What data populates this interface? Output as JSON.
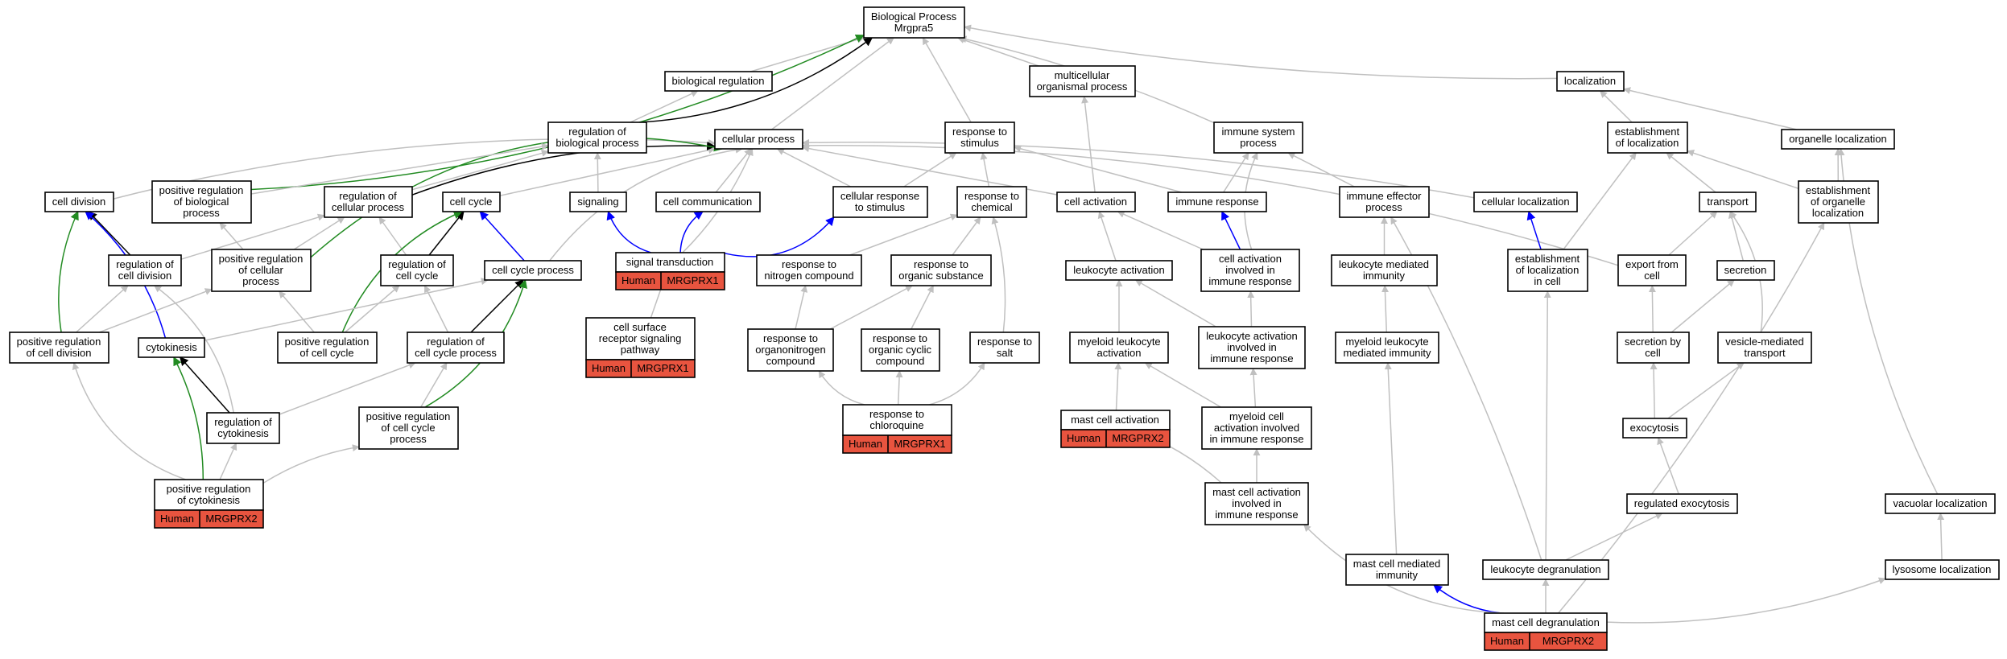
{
  "colors": {
    "gray_edge": "#c0c0c0",
    "black_edge": "#000000",
    "blue_edge": "#0000ff",
    "green_edge": "#228b22",
    "annotation_fill": "#e8543f"
  },
  "nodes": [
    {
      "id": "bp",
      "lines": [
        "Biological Process",
        "Mrgpra5"
      ]
    },
    {
      "id": "bioreg",
      "lines": [
        "biological regulation"
      ]
    },
    {
      "id": "multi",
      "lines": [
        "multicellular",
        "organismal process"
      ]
    },
    {
      "id": "local",
      "lines": [
        "localization"
      ]
    },
    {
      "id": "regbio",
      "lines": [
        "regulation of",
        "biological process"
      ]
    },
    {
      "id": "cellproc",
      "lines": [
        "cellular process"
      ]
    },
    {
      "id": "respstim",
      "lines": [
        "response to",
        "stimulus"
      ]
    },
    {
      "id": "immsys",
      "lines": [
        "immune system",
        "process"
      ]
    },
    {
      "id": "estloc",
      "lines": [
        "establishment",
        "of localization"
      ]
    },
    {
      "id": "orgloc",
      "lines": [
        "organelle localization"
      ]
    },
    {
      "id": "celldiv",
      "lines": [
        "cell division"
      ]
    },
    {
      "id": "posregbio",
      "lines": [
        "positive regulation",
        "of biological",
        "process"
      ]
    },
    {
      "id": "regcellproc",
      "lines": [
        "regulation of",
        "cellular process"
      ]
    },
    {
      "id": "cellcycle",
      "lines": [
        "cell cycle"
      ]
    },
    {
      "id": "signaling",
      "lines": [
        "signaling"
      ]
    },
    {
      "id": "cellcomm",
      "lines": [
        "cell communication"
      ]
    },
    {
      "id": "cellresp",
      "lines": [
        "cellular response",
        "to stimulus"
      ]
    },
    {
      "id": "respchem",
      "lines": [
        "response to",
        "chemical"
      ]
    },
    {
      "id": "cellact",
      "lines": [
        "cell activation"
      ]
    },
    {
      "id": "immresp",
      "lines": [
        "immune response"
      ]
    },
    {
      "id": "immeff",
      "lines": [
        "immune effector",
        "process"
      ]
    },
    {
      "id": "cellloc",
      "lines": [
        "cellular localization"
      ]
    },
    {
      "id": "transport",
      "lines": [
        "transport"
      ]
    },
    {
      "id": "estorg",
      "lines": [
        "establishment",
        "of organelle",
        "localization"
      ]
    },
    {
      "id": "regcelldiv",
      "lines": [
        "regulation of",
        "cell division"
      ]
    },
    {
      "id": "posregcell",
      "lines": [
        "positive regulation",
        "of cellular",
        "process"
      ]
    },
    {
      "id": "regcc",
      "lines": [
        "regulation of",
        "cell cycle"
      ]
    },
    {
      "id": "ccproc",
      "lines": [
        "cell cycle process"
      ]
    },
    {
      "id": "sigtrans",
      "lines": [
        "signal transduction"
      ],
      "annot": [
        "Human",
        "MRGPRX1"
      ]
    },
    {
      "id": "respnitro",
      "lines": [
        "response to",
        "nitrogen compound"
      ]
    },
    {
      "id": "resporg",
      "lines": [
        "response to",
        "organic substance"
      ]
    },
    {
      "id": "leukact",
      "lines": [
        "leukocyte activation"
      ]
    },
    {
      "id": "cellactimm",
      "lines": [
        "cell activation",
        "involved in",
        "immune response"
      ]
    },
    {
      "id": "leukmed",
      "lines": [
        "leukocyte mediated",
        "immunity"
      ]
    },
    {
      "id": "estloccell",
      "lines": [
        "establishment",
        "of localization",
        "in cell"
      ]
    },
    {
      "id": "export",
      "lines": [
        "export from",
        "cell"
      ]
    },
    {
      "id": "secretion",
      "lines": [
        "secretion"
      ]
    },
    {
      "id": "posregcelldiv",
      "lines": [
        "positive regulation",
        "of cell division"
      ]
    },
    {
      "id": "cytokinesis",
      "lines": [
        "cytokinesis"
      ]
    },
    {
      "id": "posregcc",
      "lines": [
        "positive regulation",
        "of cell cycle"
      ]
    },
    {
      "id": "regccproc",
      "lines": [
        "regulation of",
        "cell cycle process"
      ]
    },
    {
      "id": "csrsp",
      "lines": [
        "cell surface",
        "receptor signaling",
        "pathway"
      ],
      "annot": [
        "Human",
        "MRGPRX1"
      ]
    },
    {
      "id": "resporgnitro",
      "lines": [
        "response to",
        "organonitrogen",
        "compound"
      ]
    },
    {
      "id": "resporgcyc",
      "lines": [
        "response to",
        "organic cyclic",
        "compound"
      ]
    },
    {
      "id": "respsalt",
      "lines": [
        "response to",
        "salt"
      ]
    },
    {
      "id": "myeleuk",
      "lines": [
        "myeloid leukocyte",
        "activation"
      ]
    },
    {
      "id": "leukactimm",
      "lines": [
        "leukocyte activation",
        "involved in",
        "immune response"
      ]
    },
    {
      "id": "myelmed",
      "lines": [
        "myeloid leukocyte",
        "mediated immunity"
      ]
    },
    {
      "id": "secbycell",
      "lines": [
        "secretion by",
        "cell"
      ]
    },
    {
      "id": "vesic",
      "lines": [
        "vesicle-mediated",
        "transport"
      ]
    },
    {
      "id": "regcyto",
      "lines": [
        "regulation of",
        "cytokinesis"
      ]
    },
    {
      "id": "posregccproc",
      "lines": [
        "positive regulation",
        "of cell cycle",
        "process"
      ]
    },
    {
      "id": "respchloro",
      "lines": [
        "response to",
        "chloroquine"
      ],
      "annot": [
        "Human",
        "MRGPRX1"
      ]
    },
    {
      "id": "mastact",
      "lines": [
        "mast cell activation"
      ],
      "annot": [
        "Human",
        "MRGPRX2"
      ]
    },
    {
      "id": "myelcellact",
      "lines": [
        "myeloid cell",
        "activation involved",
        "in immune response"
      ]
    },
    {
      "id": "exocytosis",
      "lines": [
        "exocytosis"
      ]
    },
    {
      "id": "posregcyto",
      "lines": [
        "positive regulation",
        "of cytokinesis"
      ],
      "annot": [
        "Human",
        "MRGPRX2"
      ]
    },
    {
      "id": "mastactimm",
      "lines": [
        "mast cell activation",
        "involved in",
        "immune response"
      ]
    },
    {
      "id": "regexo",
      "lines": [
        "regulated exocytosis"
      ]
    },
    {
      "id": "vacloc",
      "lines": [
        "vacuolar localization"
      ]
    },
    {
      "id": "mastmed",
      "lines": [
        "mast cell mediated",
        "immunity"
      ]
    },
    {
      "id": "leukdegr",
      "lines": [
        "leukocyte degranulation"
      ]
    },
    {
      "id": "lysloc",
      "lines": [
        "lysosome localization"
      ]
    },
    {
      "id": "mastdegr",
      "lines": [
        "mast cell degranulation"
      ],
      "annot": [
        "Human",
        "MRGPRX2"
      ]
    }
  ]
}
